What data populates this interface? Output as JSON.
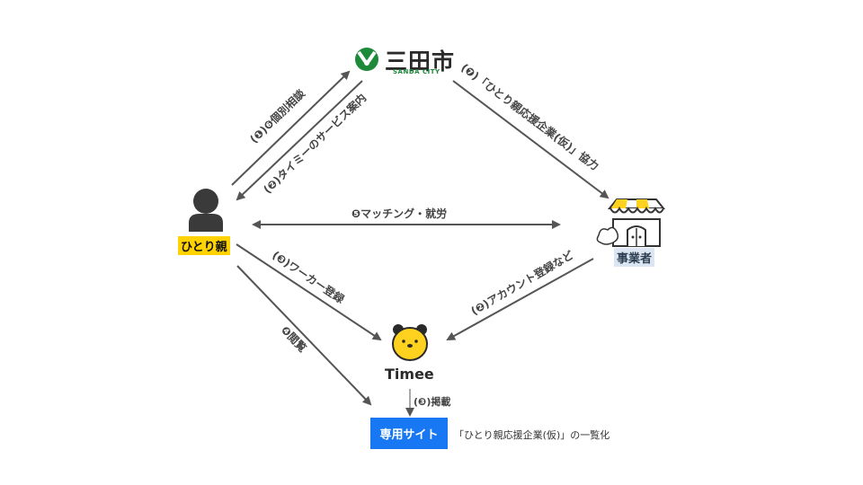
{
  "sanda_city": {
    "name": "三田市",
    "name_en": "SANDA CITY"
  },
  "single_parent": {
    "label": "ひとり親"
  },
  "business": {
    "label": "事業者"
  },
  "timee": {
    "name": "Timee"
  },
  "dedicated_site": {
    "button_label": "専用サイト",
    "description": "「ひとり親応援企業(仮)」の一覧化"
  },
  "arrows": {
    "consultation": "(❶)❻個別相談",
    "timee_guide": "(❷)タイミーのサービス案内",
    "cooperation": "(❼)「ひとり親応援企業(仮)」協力",
    "matching": "❺マッチング・就労",
    "worker_register": "(❸)ワーカー登録",
    "account_register": "(❷)アカウント登録など",
    "browse": "❹閲覧",
    "posting": "(❸)掲載"
  },
  "colors": {
    "arrow": "#555555",
    "parent_highlight": "#ffd200",
    "business_highlight": "#dce6f2",
    "site_button": "#1877f2",
    "city_green": "#1d8a3a",
    "timee_yellow": "#ffd21f"
  },
  "icons": [
    "sanda-city-logo-icon",
    "person-icon",
    "shop-icon",
    "timee-logo-icon"
  ]
}
